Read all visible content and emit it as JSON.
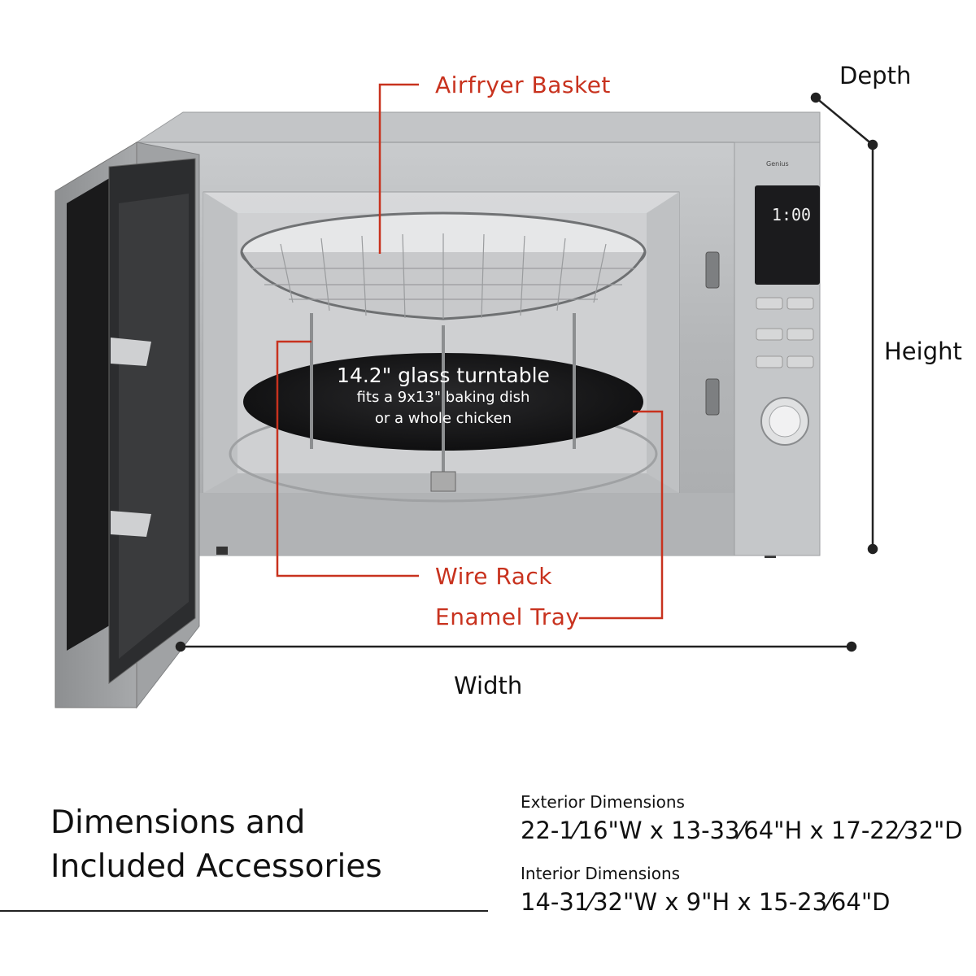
{
  "callouts": {
    "airfryer_basket": "Airfryer Basket",
    "wire_rack": "Wire Rack",
    "enamel_tray": "Enamel Tray"
  },
  "dimension_labels": {
    "depth": "Depth",
    "height": "Height",
    "width": "Width"
  },
  "turntable": {
    "line1": "14.2\" glass turntable",
    "line2": "fits a 9x13\" baking dish",
    "line3": "or a whole chicken"
  },
  "control_panel": {
    "brand": "Genius",
    "display": "1:00"
  },
  "heading": {
    "line1": "Dimensions and",
    "line2": "Included Accessories"
  },
  "specs": {
    "exterior_title": "Exterior Dimensions",
    "exterior_value": "22-1⁄16\"W x 13-33⁄64\"H x 17-22⁄32\"D",
    "interior_title": "Interior Dimensions",
    "interior_value": "14-31⁄32\"W x 9\"H x 15-23⁄64\"D"
  },
  "colors": {
    "accent": "#c8321e",
    "text": "#111111",
    "steel": "#b7b9bb",
    "cavity": "#d2d3d5"
  }
}
